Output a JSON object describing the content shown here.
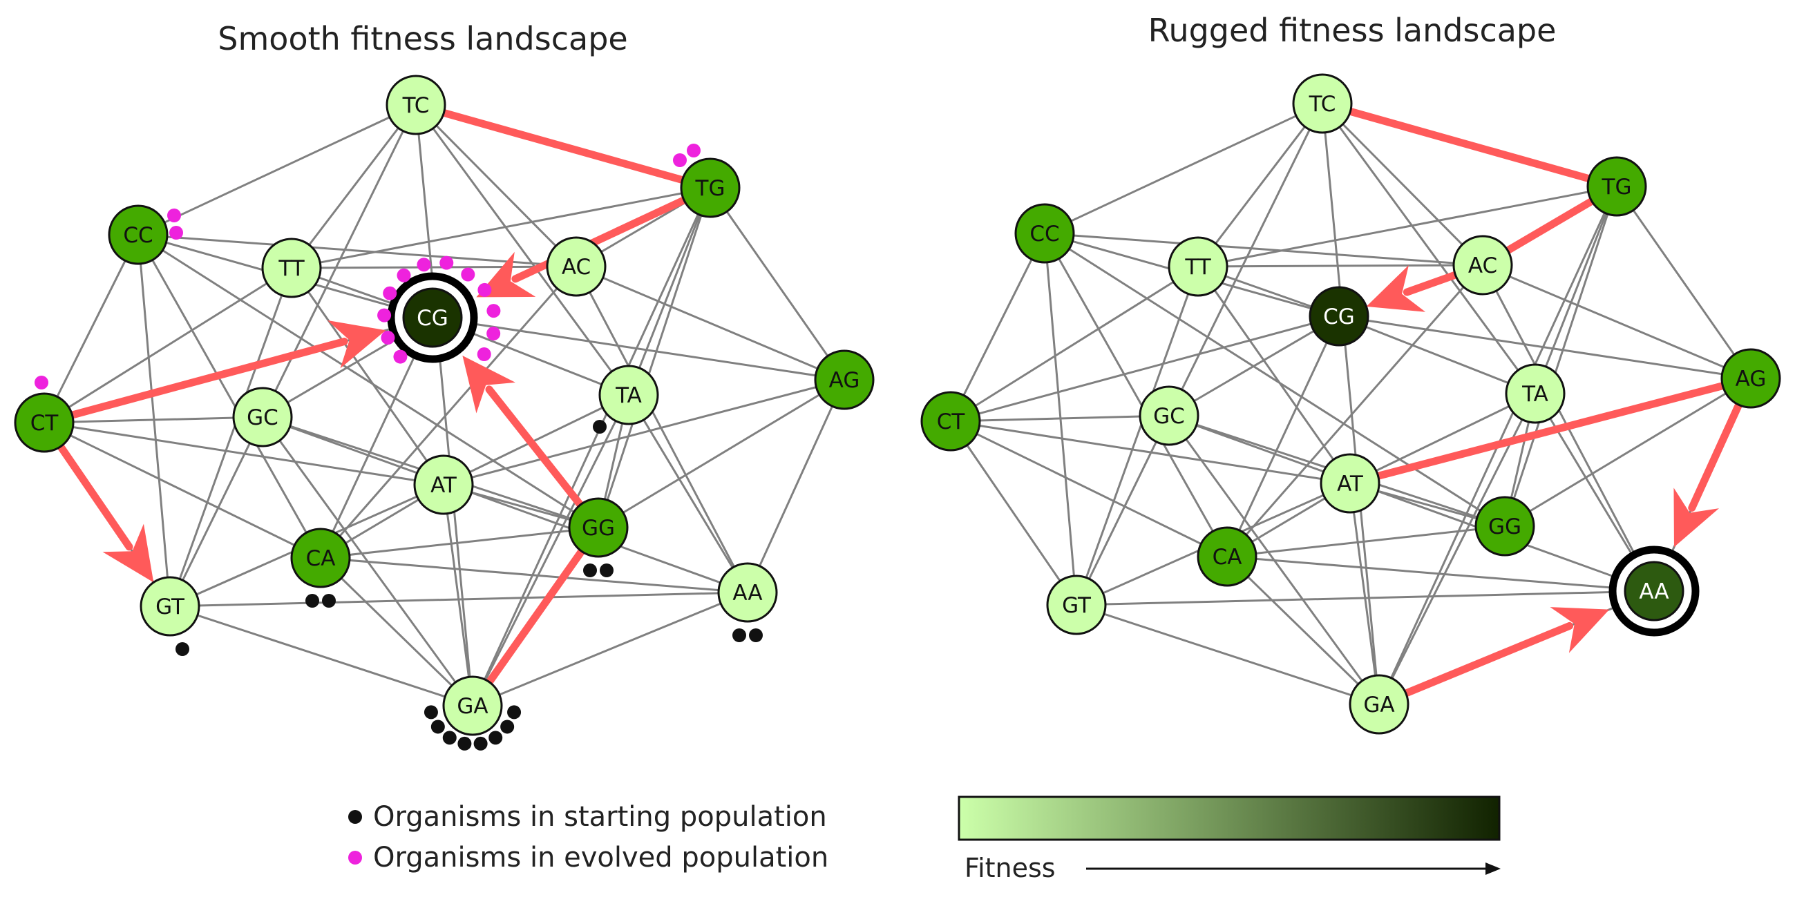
{
  "panels": [
    {
      "id": "smooth",
      "title": "Smooth fitness landscape",
      "peak": "CG",
      "nodes": [
        {
          "label": "TC",
          "fitness": "low"
        },
        {
          "label": "TG",
          "fitness": "mid"
        },
        {
          "label": "CC",
          "fitness": "mid"
        },
        {
          "label": "TT",
          "fitness": "low"
        },
        {
          "label": "AC",
          "fitness": "low"
        },
        {
          "label": "CG",
          "fitness": "peak"
        },
        {
          "label": "CT",
          "fitness": "mid"
        },
        {
          "label": "GC",
          "fitness": "low"
        },
        {
          "label": "TA",
          "fitness": "low"
        },
        {
          "label": "AG",
          "fitness": "mid"
        },
        {
          "label": "AT",
          "fitness": "low"
        },
        {
          "label": "GG",
          "fitness": "mid"
        },
        {
          "label": "CA",
          "fitness": "mid"
        },
        {
          "label": "GT",
          "fitness": "low"
        },
        {
          "label": "AA",
          "fitness": "low"
        },
        {
          "label": "GA",
          "fitness": "low"
        }
      ],
      "arrows": [
        [
          "TC",
          "TG"
        ],
        [
          "TG",
          "CG"
        ],
        [
          "CT",
          "CG"
        ],
        [
          "CT",
          "GT"
        ],
        [
          "GA",
          "GG"
        ],
        [
          "GG",
          "CG"
        ]
      ],
      "starting_population": {
        "GT": 1,
        "CA": 2,
        "GG": 2,
        "AA": 2,
        "TA": 1,
        "GA": 8
      },
      "evolved_population": {
        "CC": 2,
        "TG": 2,
        "CT": 1,
        "CG": 12
      }
    },
    {
      "id": "rugged",
      "title": "Rugged fitness landscape",
      "peak": "AA",
      "nodes": [
        {
          "label": "TC",
          "fitness": "low"
        },
        {
          "label": "TG",
          "fitness": "mid"
        },
        {
          "label": "CC",
          "fitness": "mid"
        },
        {
          "label": "TT",
          "fitness": "low"
        },
        {
          "label": "AC",
          "fitness": "low"
        },
        {
          "label": "CG",
          "fitness": "peak"
        },
        {
          "label": "CT",
          "fitness": "mid"
        },
        {
          "label": "GC",
          "fitness": "low"
        },
        {
          "label": "TA",
          "fitness": "low"
        },
        {
          "label": "AG",
          "fitness": "mid"
        },
        {
          "label": "AT",
          "fitness": "low"
        },
        {
          "label": "GG",
          "fitness": "mid"
        },
        {
          "label": "CA",
          "fitness": "mid"
        },
        {
          "label": "GT",
          "fitness": "low"
        },
        {
          "label": "AA",
          "fitness": "peak2"
        },
        {
          "label": "GA",
          "fitness": "low"
        }
      ],
      "arrows": [
        [
          "TC",
          "TG"
        ],
        [
          "TG",
          "AC"
        ],
        [
          "AC",
          "CG"
        ],
        [
          "AT",
          "AG"
        ],
        [
          "AG",
          "AA"
        ],
        [
          "GA",
          "AA"
        ]
      ]
    }
  ],
  "legend": {
    "starting_label": "Organisms in starting population",
    "evolved_label": "Organisms in evolved population",
    "starting_color": "#111111",
    "evolved_color": "#ee22dd"
  },
  "colorbar": {
    "label": "Fitness",
    "low_color": "#ccffaa",
    "high_color": "#112200"
  },
  "colors": {
    "edge": "#808080",
    "arrow": "#ff5a5a",
    "node_low": "#ccffaa",
    "node_mid": "#44aa00",
    "node_peak": "#1a3300",
    "node_peak2": "#2d5a10"
  }
}
